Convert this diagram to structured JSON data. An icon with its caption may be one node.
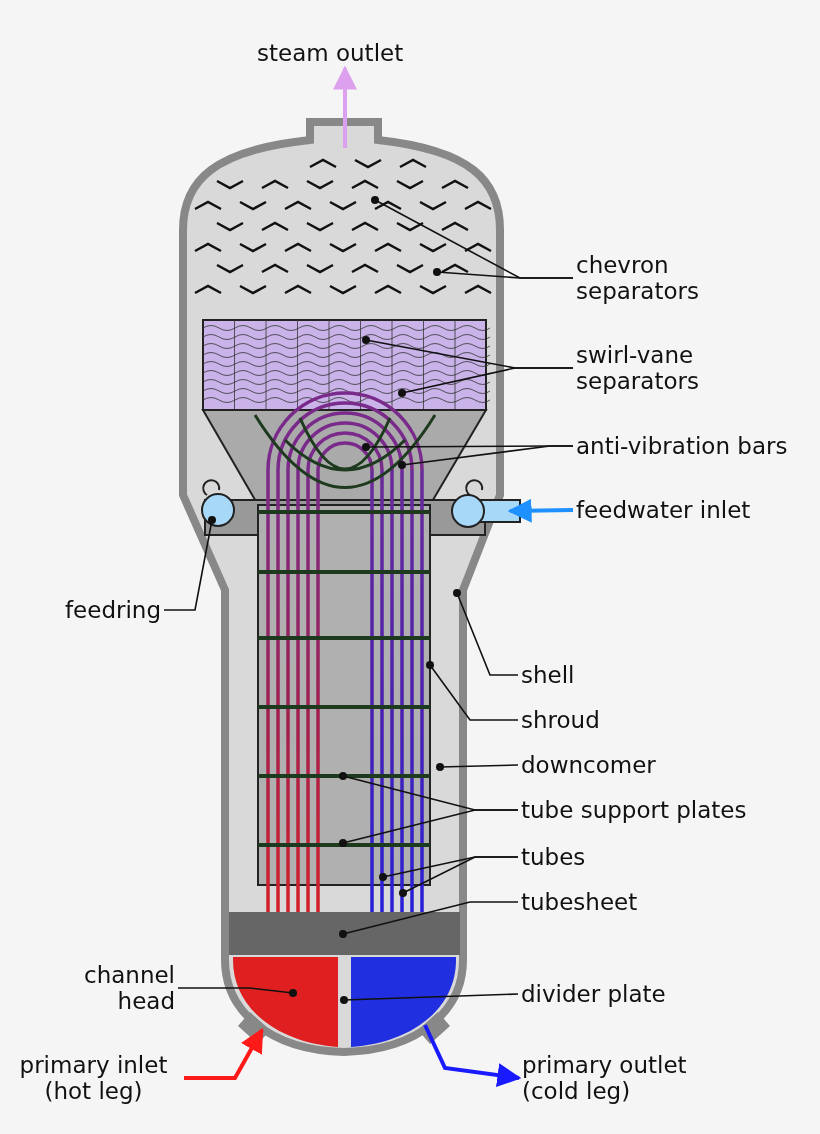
{
  "diagram": {
    "nodes": [
      {
        "text": [
          "steam outlet"
        ]
      },
      {
        "text": [
          "chevron separators"
        ]
      },
      {
        "text": [
          "swirl-vane separators"
        ]
      },
      {
        "text": [
          "anti-vibration bars"
        ]
      },
      {
        "text": [
          "feedwater inlet"
        ]
      },
      {
        "text": [
          "feedring"
        ]
      },
      {
        "text": [
          "shell"
        ]
      },
      {
        "text": [
          "shroud"
        ]
      },
      {
        "text": [
          "downcomer"
        ]
      },
      {
        "text": [
          "tube support plates"
        ]
      },
      {
        "text": [
          "tubes"
        ]
      },
      {
        "text": [
          "tubesheet"
        ]
      },
      {
        "text": [
          "channel head"
        ]
      },
      {
        "text": [
          "divider plate"
        ]
      },
      {
        "text": [
          "primary inlet (hot leg)"
        ]
      },
      {
        "text": [
          "primary outlet (cold leg)"
        ]
      }
    ],
    "edges": [
      {
        "from": null,
        "to": 0,
        "arrow": "to",
        "style": "thick",
        "color": "#dda0ee"
      },
      {
        "from": 1,
        "to": null,
        "arrow": "other"
      },
      {
        "from": 1,
        "to": null,
        "arrow": "other"
      },
      {
        "from": 2,
        "to": null,
        "arrow": "other"
      },
      {
        "from": 2,
        "to": null,
        "arrow": "other"
      },
      {
        "from": 3,
        "to": null,
        "arrow": "other"
      },
      {
        "from": 3,
        "to": null,
        "arrow": "other"
      },
      {
        "from": 4,
        "to": null,
        "arrow": "to",
        "style": "thick",
        "color": "#1e90ff"
      },
      {
        "from": 5,
        "to": null,
        "arrow": "other"
      },
      {
        "from": 6,
        "to": null,
        "arrow": "other"
      },
      {
        "from": 7,
        "to": null,
        "arrow": "other"
      },
      {
        "from": 8,
        "to": null,
        "arrow": "other"
      },
      {
        "from": 9,
        "to": null,
        "arrow": "other"
      },
      {
        "from": 9,
        "to": null,
        "arrow": "other"
      },
      {
        "from": 10,
        "to": null,
        "arrow": "other"
      },
      {
        "from": 10,
        "to": null,
        "arrow": "other"
      },
      {
        "from": 11,
        "to": null,
        "arrow": "other"
      },
      {
        "from": 12,
        "to": null,
        "arrow": "other"
      },
      {
        "from": 13,
        "to": null,
        "arrow": "other"
      },
      {
        "from": 14,
        "to": null,
        "arrow": "to",
        "style": "thick",
        "color": "#ff1a1a"
      },
      {
        "from": null,
        "to": 15,
        "arrow": "to",
        "style": "thick",
        "color": "#1a1aff"
      }
    ]
  }
}
